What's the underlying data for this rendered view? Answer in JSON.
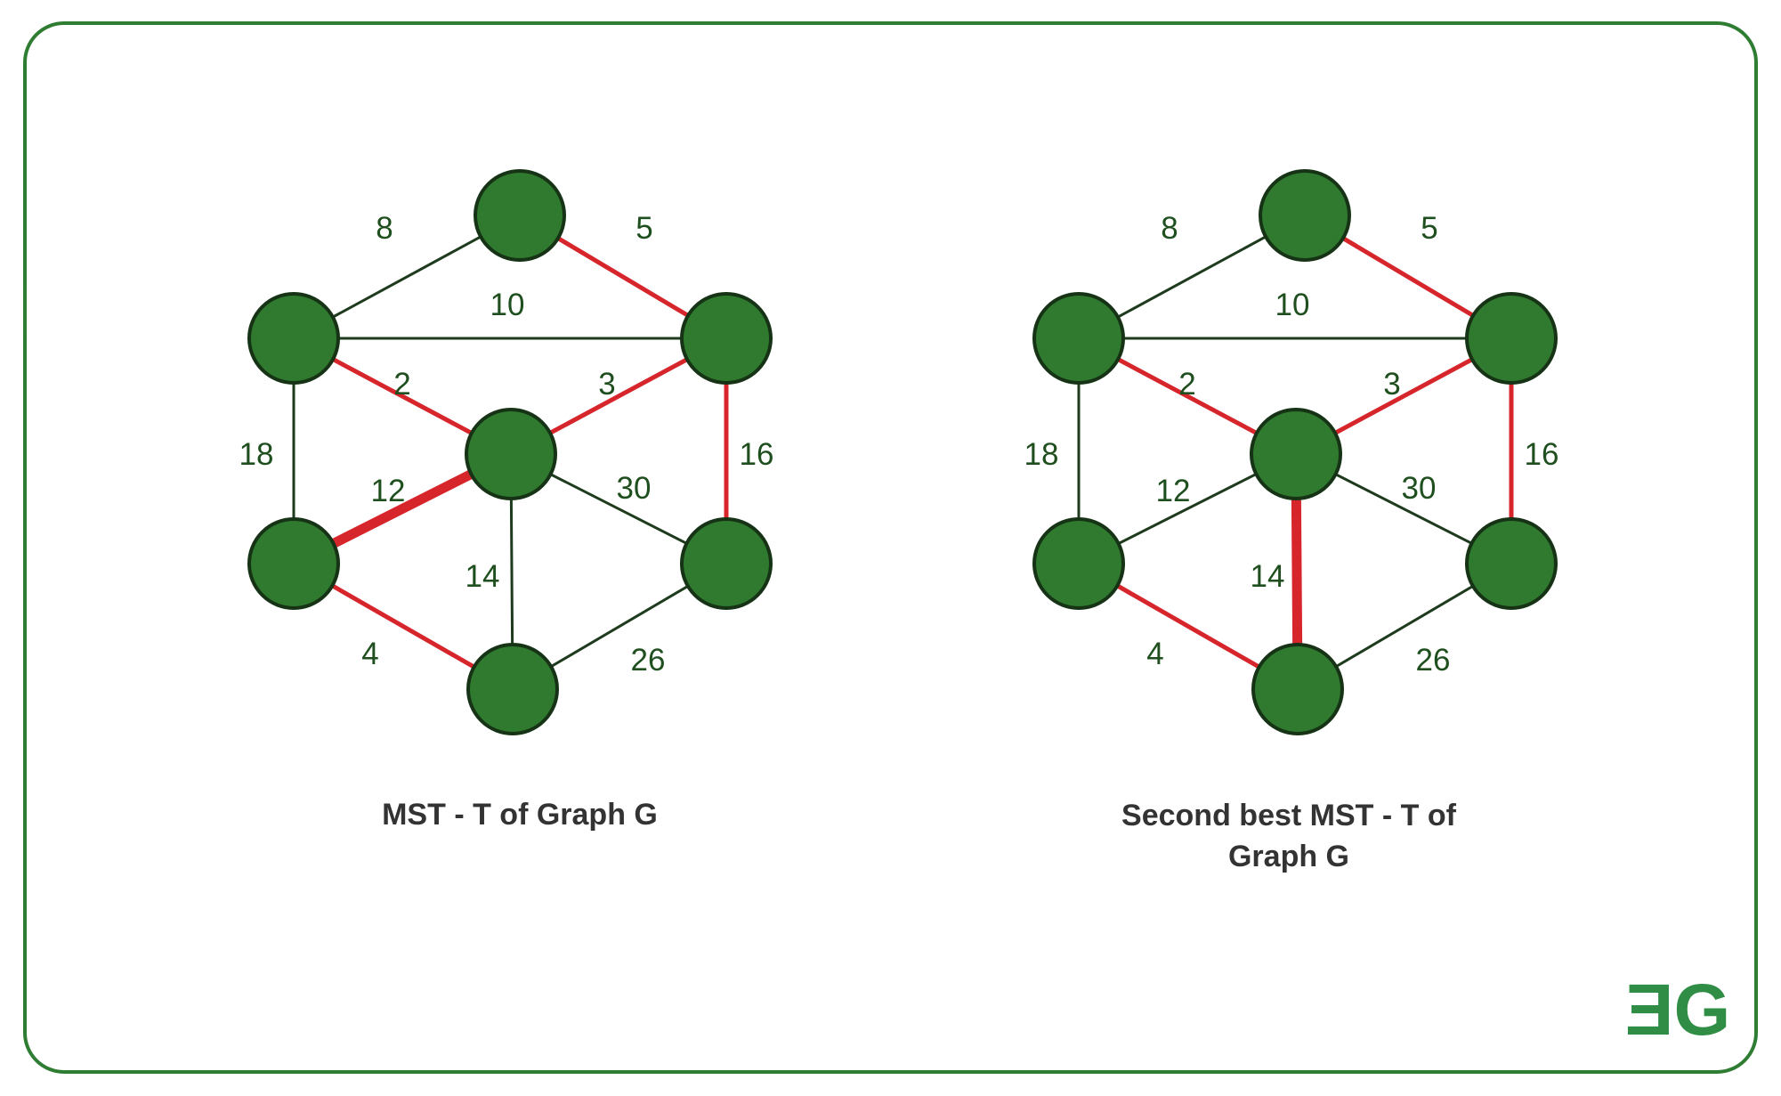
{
  "colors": {
    "node_fill": "#2f7a2f",
    "node_stroke": "#163316",
    "edge": "#1e3b1e",
    "mst_edge": "#d6262c",
    "frame": "#2f7d33",
    "logo": "#2f8d46",
    "label": "#1f4f1f"
  },
  "logo": {
    "text": "ƎG"
  },
  "graphs": [
    {
      "caption_lines": [
        "MST - T of Graph G"
      ],
      "edges": [
        {
          "u": "top",
          "v": "left_upper",
          "weight": "8",
          "in_tree": false,
          "highlight": false
        },
        {
          "u": "top",
          "v": "right_upper",
          "weight": "5",
          "in_tree": true,
          "highlight": false
        },
        {
          "u": "left_upper",
          "v": "right_upper",
          "weight": "10",
          "in_tree": false,
          "highlight": false
        },
        {
          "u": "left_upper",
          "v": "center",
          "weight": "2",
          "in_tree": true,
          "highlight": false
        },
        {
          "u": "right_upper",
          "v": "center",
          "weight": "3",
          "in_tree": true,
          "highlight": false
        },
        {
          "u": "left_upper",
          "v": "left_lower",
          "weight": "18",
          "in_tree": false,
          "highlight": false
        },
        {
          "u": "right_upper",
          "v": "right_lower",
          "weight": "16",
          "in_tree": true,
          "highlight": false
        },
        {
          "u": "center",
          "v": "left_lower",
          "weight": "12",
          "in_tree": true,
          "highlight": true
        },
        {
          "u": "center",
          "v": "right_lower",
          "weight": "30",
          "in_tree": false,
          "highlight": false
        },
        {
          "u": "center",
          "v": "bottom",
          "weight": "14",
          "in_tree": false,
          "highlight": false
        },
        {
          "u": "left_lower",
          "v": "bottom",
          "weight": "4",
          "in_tree": true,
          "highlight": false
        },
        {
          "u": "right_lower",
          "v": "bottom",
          "weight": "26",
          "in_tree": false,
          "highlight": false
        }
      ]
    },
    {
      "caption_lines": [
        "Second best MST - T of",
        "Graph G"
      ],
      "edges": [
        {
          "u": "top",
          "v": "left_upper",
          "weight": "8",
          "in_tree": false,
          "highlight": false
        },
        {
          "u": "top",
          "v": "right_upper",
          "weight": "5",
          "in_tree": true,
          "highlight": false
        },
        {
          "u": "left_upper",
          "v": "right_upper",
          "weight": "10",
          "in_tree": false,
          "highlight": false
        },
        {
          "u": "left_upper",
          "v": "center",
          "weight": "2",
          "in_tree": true,
          "highlight": false
        },
        {
          "u": "right_upper",
          "v": "center",
          "weight": "3",
          "in_tree": true,
          "highlight": false
        },
        {
          "u": "left_upper",
          "v": "left_lower",
          "weight": "18",
          "in_tree": false,
          "highlight": false
        },
        {
          "u": "right_upper",
          "v": "right_lower",
          "weight": "16",
          "in_tree": true,
          "highlight": false
        },
        {
          "u": "center",
          "v": "left_lower",
          "weight": "12",
          "in_tree": false,
          "highlight": false
        },
        {
          "u": "center",
          "v": "right_lower",
          "weight": "30",
          "in_tree": false,
          "highlight": false
        },
        {
          "u": "center",
          "v": "bottom",
          "weight": "14",
          "in_tree": true,
          "highlight": true
        },
        {
          "u": "left_lower",
          "v": "bottom",
          "weight": "4",
          "in_tree": true,
          "highlight": false
        },
        {
          "u": "right_lower",
          "v": "bottom",
          "weight": "26",
          "in_tree": false,
          "highlight": false
        }
      ]
    }
  ]
}
